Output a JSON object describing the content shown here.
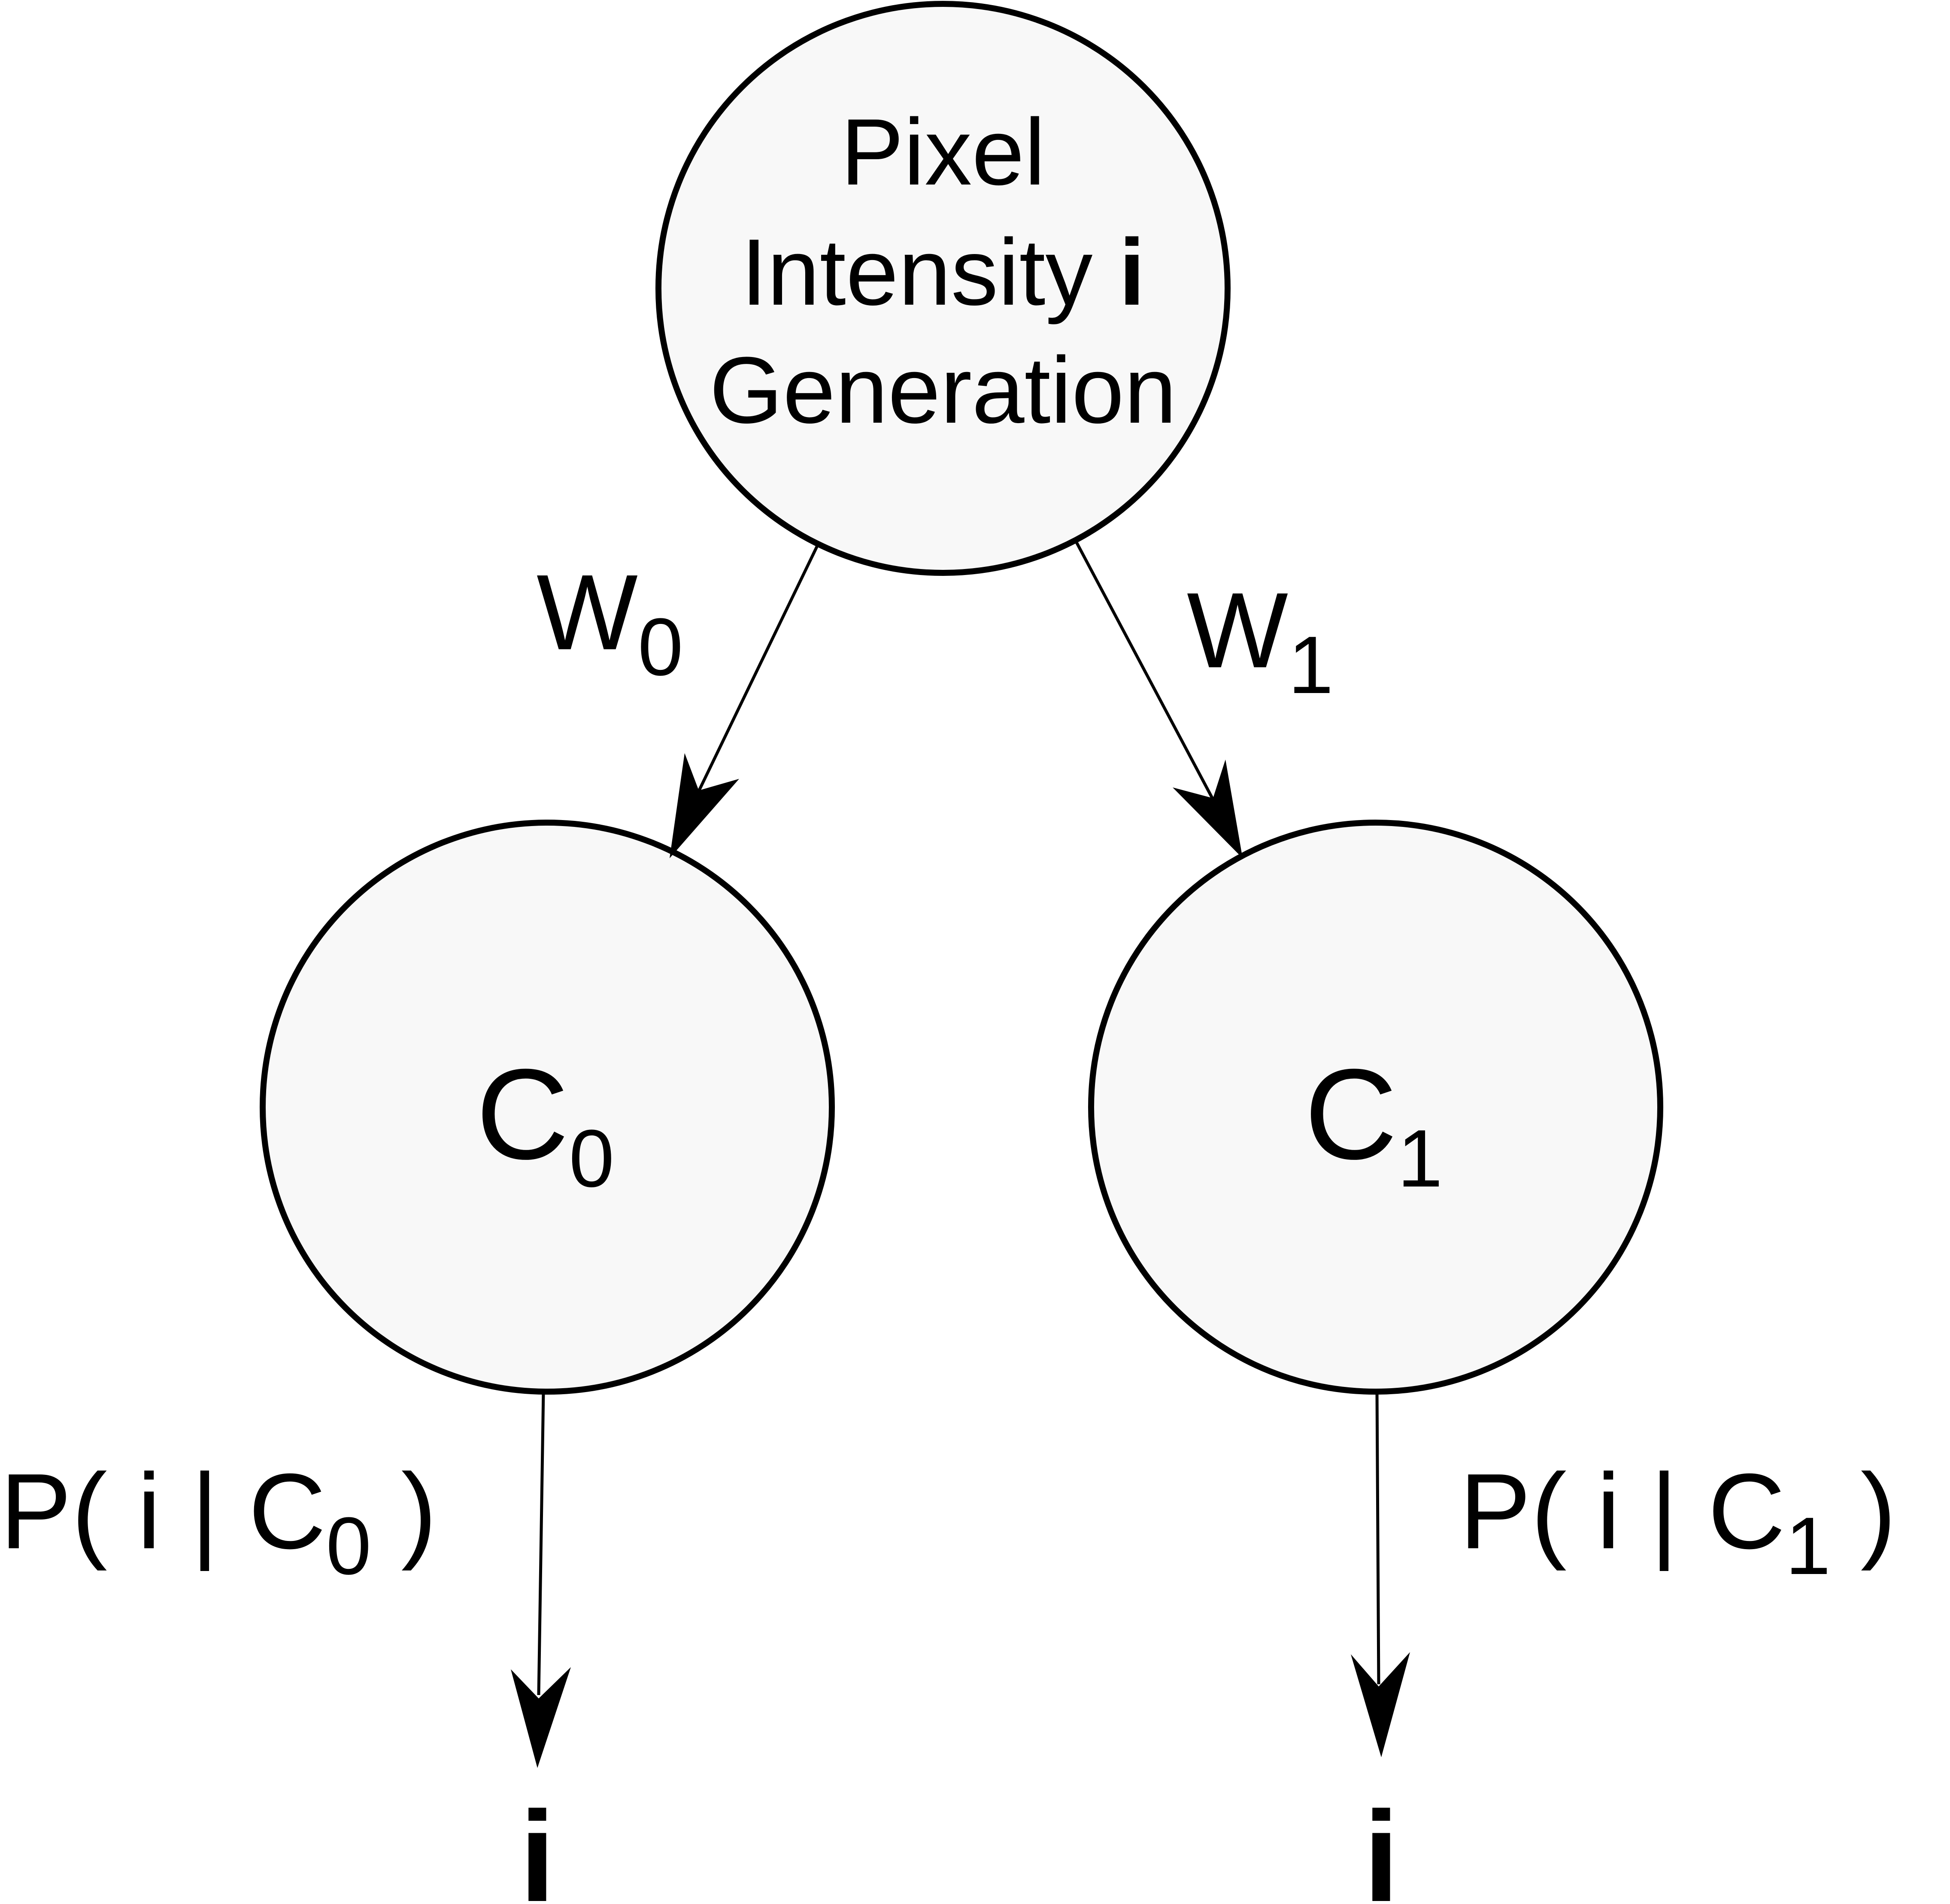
{
  "root_node": {
    "line1": "Pixel",
    "line2": "Intensity ",
    "line2_bold": "i",
    "line3": "Generation"
  },
  "class_nodes": [
    {
      "letter": "C",
      "subscript": "0"
    },
    {
      "letter": "C",
      "subscript": "1"
    }
  ],
  "weight_edges": [
    {
      "letter": "W",
      "subscript": "0"
    },
    {
      "letter": "W",
      "subscript": "1"
    }
  ],
  "likelihood_edges": [
    {
      "open": "P( i | C",
      "subscript": "0",
      "close": " )"
    },
    {
      "open": "P( i | C",
      "subscript": "1",
      "close": " )"
    }
  ],
  "outputs": [
    {
      "symbol": "i"
    },
    {
      "symbol": "i"
    }
  ],
  "colors": {
    "node_fill": "#f8f8f8",
    "stroke": "#000000",
    "text": "#000000"
  }
}
